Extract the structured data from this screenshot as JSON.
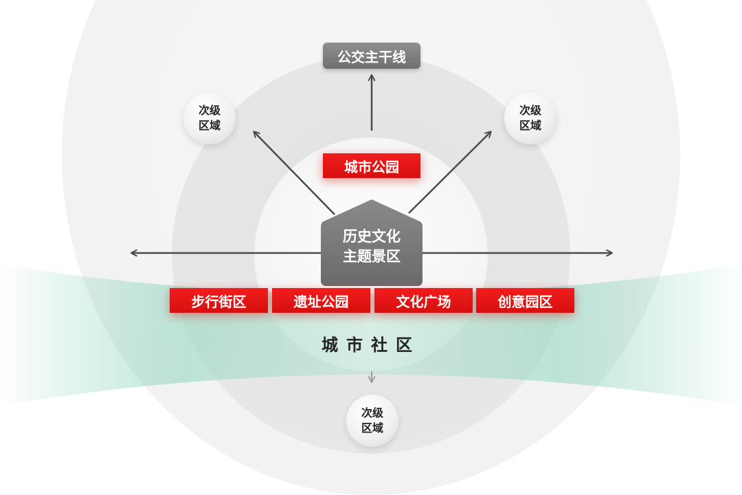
{
  "diagram": {
    "transit_trunk": "公交主干线",
    "secondary_area": {
      "line1": "次级",
      "line2": "区域"
    },
    "city_park": "城市公园",
    "core": {
      "line1": "历史文化",
      "line2": "主题景区"
    },
    "districts": [
      "步行街区",
      "遗址公园",
      "文化广场",
      "创意园区"
    ],
    "community": "城市社区",
    "colors": {
      "accent_red": "#e01414",
      "core_gray": "#7a7a7a",
      "community_green": "#6cc9a8",
      "arrow": "#4a4a4a"
    }
  }
}
